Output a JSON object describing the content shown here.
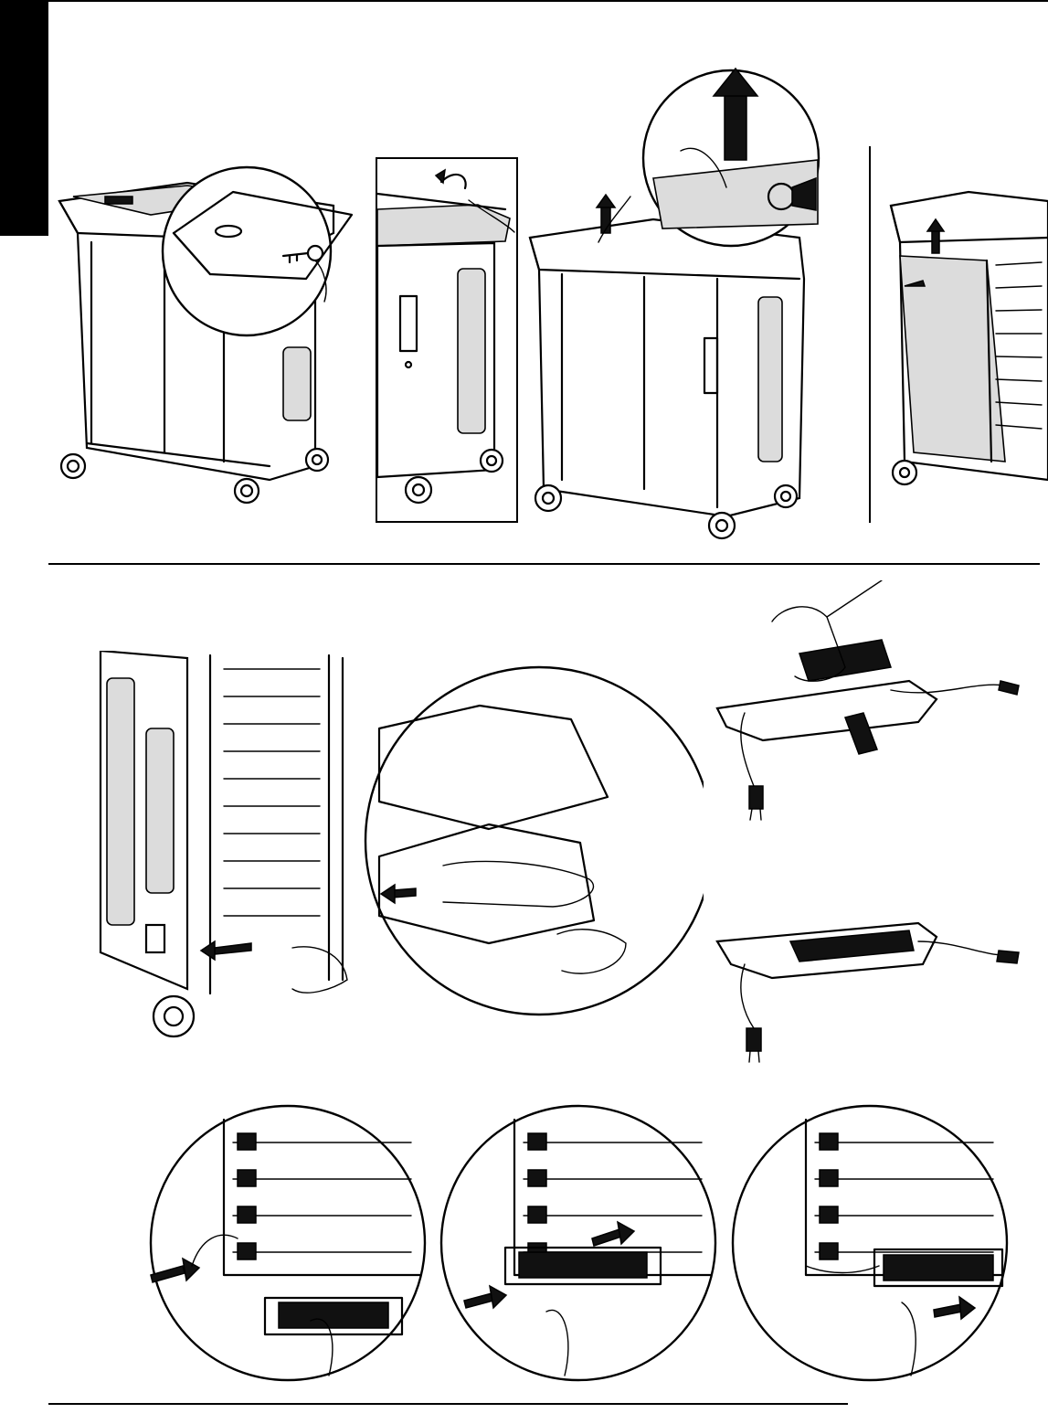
{
  "page": {
    "language_tab_color": "#000000",
    "rule_color": "#000000",
    "background": "#ffffff"
  },
  "figures": [
    {
      "id": "cart-lid-unlock",
      "icon": "key-icon"
    },
    {
      "id": "lid-open-detail",
      "icon": "curved-arrow-icon"
    },
    {
      "id": "power-plug-removal",
      "icon": "up-arrow-icon"
    },
    {
      "id": "side-panel-removal",
      "icon": "up-arrow-icon"
    },
    {
      "id": "shelf-release",
      "icon": "left-arrow-icon"
    },
    {
      "id": "adapter-tray-load",
      "icon": "hand-icon"
    },
    {
      "id": "adapter-tray-loaded",
      "icon": "power-adapter-icon"
    },
    {
      "id": "cable-connect-1",
      "icon": "right-arrow-icon"
    },
    {
      "id": "cable-connect-2",
      "icon": "right-arrow-icon"
    },
    {
      "id": "cable-connect-3",
      "icon": "right-arrow-icon"
    }
  ]
}
